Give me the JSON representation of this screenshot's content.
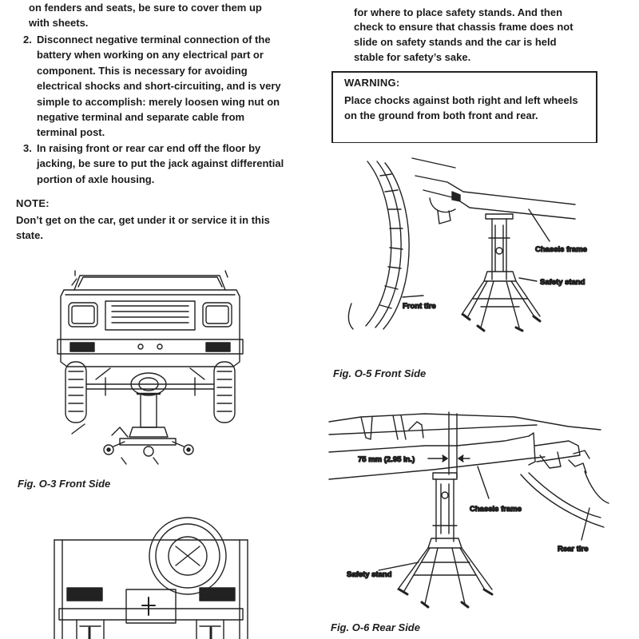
{
  "left_column": {
    "item1_tail": "on fenders and seats, be sure to cover them up with sheets.",
    "item2_num": "2.",
    "item2_text": "Disconnect negative terminal connection of the battery when working on any electrical part or component. This is necessary for avoiding electrical shocks and short-circuiting, and is very simple to accomplish: merely loosen wing nut on negative terminal and separate cable from terminal post.",
    "item3_num": "3.",
    "item3_text": "In raising front or rear car end off the floor by jacking, be sure to put the jack against differential portion of axle housing.",
    "note_title": "NOTE:",
    "note_text": "Don’t get on the car, get under it or service it in this state."
  },
  "right_column": {
    "top_line1": "for where to place safety stands. And then",
    "top_line2": "check to ensure that chassis frame does not",
    "top_line3": "slide on safety stands and the car is held",
    "top_line4": "stable for safety’s sake.",
    "warning_title": "WARNING:",
    "warning_text": "Place chocks against both right and left wheels on the ground from both front and rear."
  },
  "figures": {
    "fig_o3_caption": "Fig. O-3 Front Side",
    "fig_o5_caption": "Fig. O-5 Front Side",
    "fig_o6_caption": "Fig. O-6 Rear Side",
    "fig_o5_labels": {
      "chassis_frame": "Chassis frame",
      "safety_stand": "Safety stand",
      "front_tire": "Front tire"
    },
    "fig_o6_labels": {
      "dimension": "75 mm (2.95 in.)",
      "chassis_frame": "Chassis frame",
      "rear_tire": "Rear tire",
      "safety_stand": "Safety stand"
    }
  }
}
